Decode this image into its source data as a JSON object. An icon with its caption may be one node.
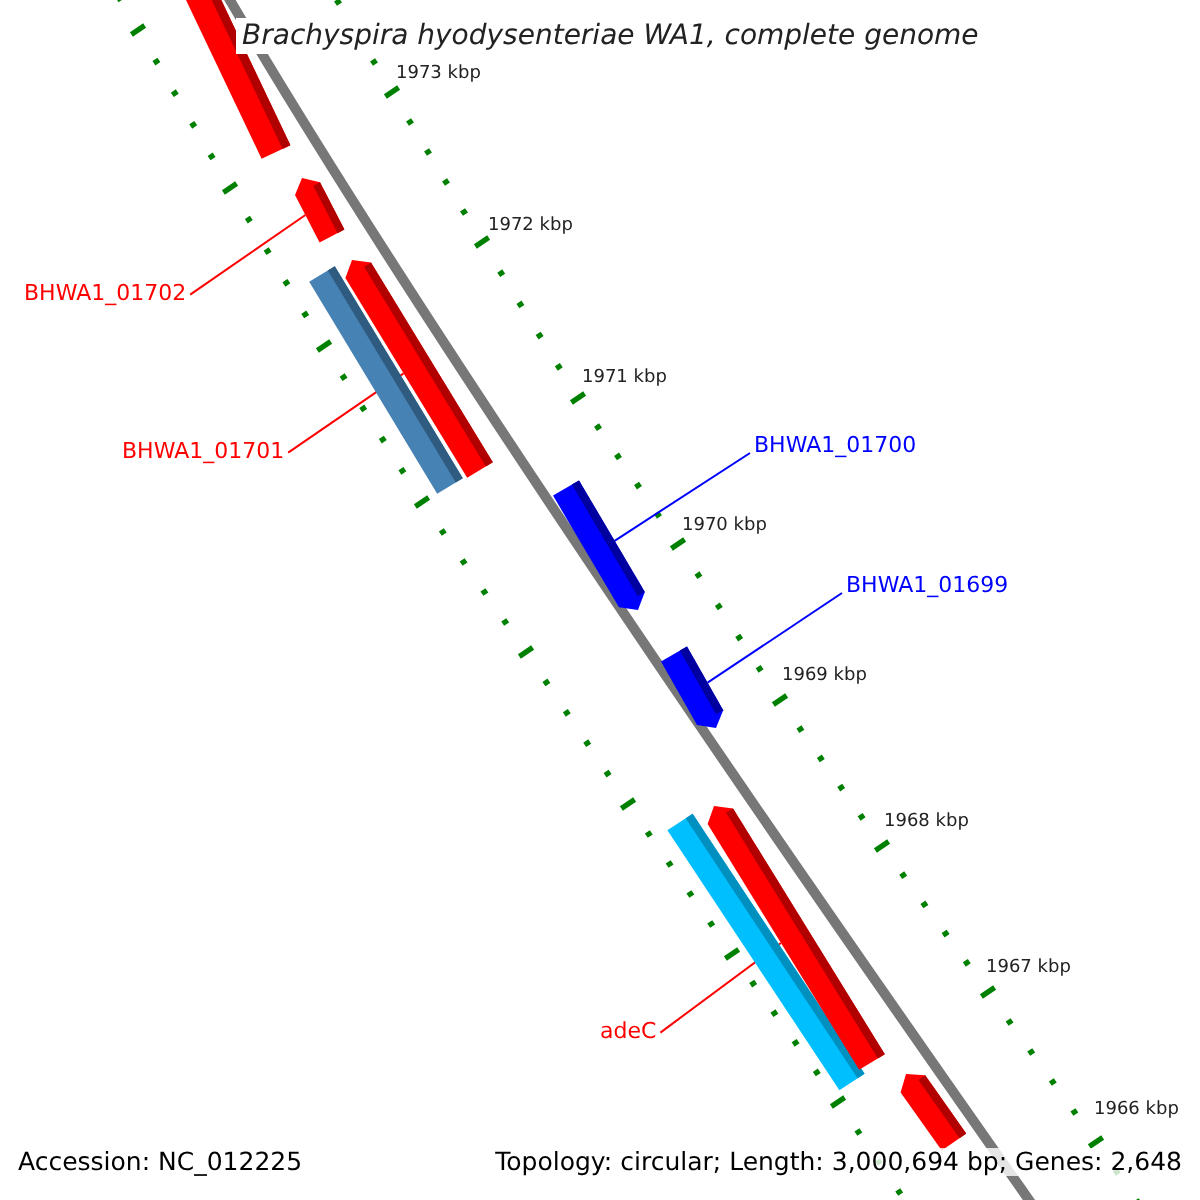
{
  "diagram": {
    "title": "Brachyspira hyodysenteriae WA1, complete genome",
    "nodes": [
      {
        "text": [],
        "shape": "bar"
      },
      {
        "text": [],
        "shape": "bar"
      },
      {
        "text": [
          "BHWA1_01702"
        ]
      },
      {
        "text": [],
        "shape": "bar"
      },
      {
        "text": [],
        "shape": "bar"
      },
      {
        "text": [
          "BHWA1_01701"
        ]
      },
      {
        "text": [
          "BHWA1_01700"
        ]
      },
      {
        "text": [],
        "shape": "bar"
      },
      {
        "text": [
          "BHWA1_01699"
        ]
      },
      {
        "text": [],
        "shape": "bar"
      },
      {
        "text": [],
        "shape": "bar"
      },
      {
        "text": [],
        "shape": "bar"
      },
      {
        "text": [
          "adeC"
        ]
      },
      {
        "text": [],
        "shape": "bar"
      }
    ],
    "edges": [
      {
        "from": 2,
        "to": 1,
        "arrow": "none"
      },
      {
        "from": 5,
        "to": 4,
        "arrow": "none"
      },
      {
        "from": 6,
        "to": 7,
        "arrow": "none",
        "color": "#0000ff"
      },
      {
        "from": 8,
        "to": 9,
        "arrow": "none",
        "color": "#0000ff"
      },
      {
        "from": 12,
        "to": 11,
        "arrow": "none"
      }
    ],
    "labels": [
      "1973 kbp",
      "1972 kbp",
      "1971 kbp",
      "1970 kbp",
      "1969 kbp",
      "1968 kbp",
      "1967 kbp",
      "1966 kbp",
      "Accession: NC_012225",
      "Topology: circular; Length: 3,000,694 bp; Genes: 2,648"
    ]
  }
}
